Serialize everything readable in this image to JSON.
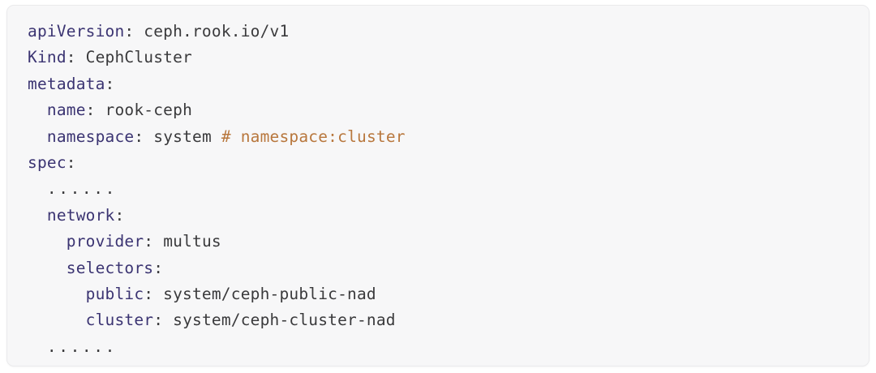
{
  "card": {
    "background_color": "#f7f7f8",
    "border_color": "#eaeaec",
    "language": "yaml"
  },
  "palette": {
    "key_color": "#3b3472",
    "value_color": "#3a3a3c",
    "comment_color": "#b8773d",
    "page_background": "#ffffff"
  },
  "code": {
    "lines": [
      {
        "indent": "",
        "tokens": [
          {
            "type": "key",
            "text": "apiVersion"
          },
          {
            "type": "punct",
            "text": ": "
          },
          {
            "type": "value",
            "text": "ceph.rook.io/v1"
          }
        ]
      },
      {
        "indent": "",
        "tokens": [
          {
            "type": "key",
            "text": "Kind"
          },
          {
            "type": "punct",
            "text": ": "
          },
          {
            "type": "value",
            "text": "CephCluster"
          }
        ]
      },
      {
        "indent": "",
        "tokens": [
          {
            "type": "key",
            "text": "metadata"
          },
          {
            "type": "punct",
            "text": ":"
          }
        ]
      },
      {
        "indent": "  ",
        "tokens": [
          {
            "type": "key",
            "text": "name"
          },
          {
            "type": "punct",
            "text": ": "
          },
          {
            "type": "value",
            "text": "rook-ceph"
          }
        ]
      },
      {
        "indent": "  ",
        "tokens": [
          {
            "type": "key",
            "text": "namespace"
          },
          {
            "type": "punct",
            "text": ": "
          },
          {
            "type": "value",
            "text": "system "
          },
          {
            "type": "comment",
            "text": "# namespace:cluster"
          }
        ]
      },
      {
        "indent": "",
        "tokens": [
          {
            "type": "key",
            "text": "spec"
          },
          {
            "type": "punct",
            "text": ":"
          }
        ]
      },
      {
        "indent": "  ",
        "tokens": [
          {
            "type": "ellipsis",
            "text": "......"
          }
        ]
      },
      {
        "indent": "  ",
        "tokens": [
          {
            "type": "key",
            "text": "network"
          },
          {
            "type": "punct",
            "text": ":"
          }
        ]
      },
      {
        "indent": "    ",
        "tokens": [
          {
            "type": "key",
            "text": "provider"
          },
          {
            "type": "punct",
            "text": ": "
          },
          {
            "type": "value",
            "text": "multus"
          }
        ]
      },
      {
        "indent": "    ",
        "tokens": [
          {
            "type": "key",
            "text": "selectors"
          },
          {
            "type": "punct",
            "text": ":"
          }
        ]
      },
      {
        "indent": "      ",
        "tokens": [
          {
            "type": "key",
            "text": "public"
          },
          {
            "type": "punct",
            "text": ": "
          },
          {
            "type": "value",
            "text": "system/ceph-public-nad"
          }
        ]
      },
      {
        "indent": "      ",
        "tokens": [
          {
            "type": "key",
            "text": "cluster"
          },
          {
            "type": "punct",
            "text": ": "
          },
          {
            "type": "value",
            "text": "system/ceph-cluster-nad"
          }
        ]
      },
      {
        "indent": "  ",
        "tokens": [
          {
            "type": "ellipsis",
            "text": "......"
          }
        ]
      }
    ]
  }
}
